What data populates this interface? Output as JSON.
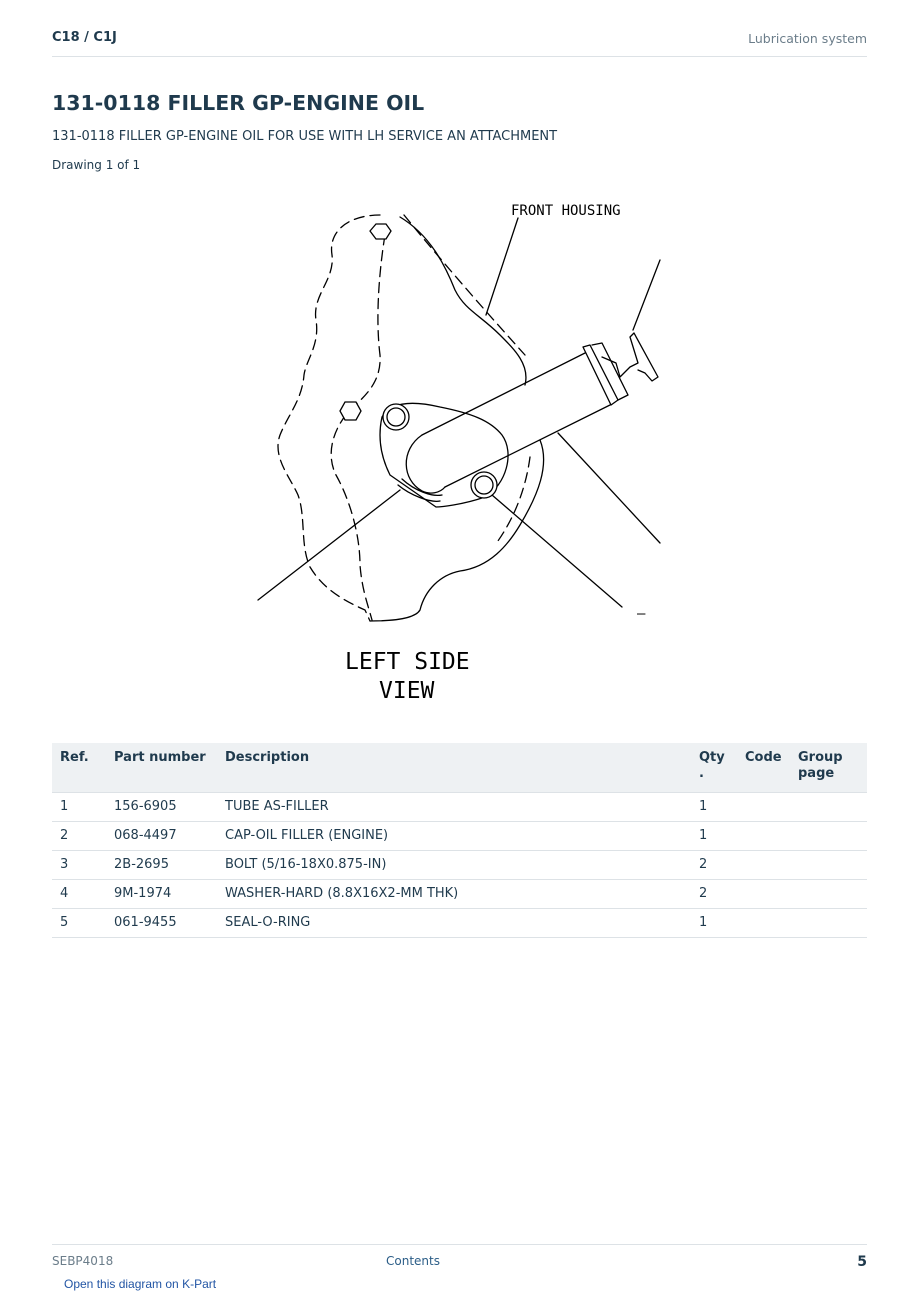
{
  "header": {
    "model": "C18  /  C1J",
    "section": "Lubrication system"
  },
  "title": "131-0118 FILLER GP-ENGINE OIL",
  "subtitle": "131-0118 FILLER GP-ENGINE OIL FOR USE WITH LH SERVICE AN ATTACHMENT",
  "drawing_count": "Drawing 1 of 1",
  "diagram": {
    "label_front_housing": "FRONT HOUSING",
    "label_view_line1": "LEFT SIDE",
    "label_view_line2": "VIEW",
    "label_dash": "–"
  },
  "table": {
    "headers": {
      "ref": "Ref.",
      "part_number": "Part number",
      "description": "Description",
      "qty_line1": "Qty",
      "qty_line2": ".",
      "code": "Code",
      "group_line1": "Group",
      "group_line2": "page"
    },
    "rows": [
      {
        "ref": "1",
        "part_number": "156-6905",
        "description": "TUBE AS-FILLER",
        "qty": "1",
        "code": "",
        "group_page": ""
      },
      {
        "ref": "2",
        "part_number": "068-4497",
        "description": "CAP-OIL FILLER (ENGINE)",
        "qty": "1",
        "code": "",
        "group_page": ""
      },
      {
        "ref": "3",
        "part_number": "2B-2695",
        "description": "BOLT (5/16-18X0.875-IN)",
        "qty": "2",
        "code": "",
        "group_page": ""
      },
      {
        "ref": "4",
        "part_number": "9M-1974",
        "description": "WASHER-HARD (8.8X16X2-MM THK)",
        "qty": "2",
        "code": "",
        "group_page": ""
      },
      {
        "ref": "5",
        "part_number": "061-9455",
        "description": "SEAL-O-RING",
        "qty": "1",
        "code": "",
        "group_page": ""
      }
    ]
  },
  "footer": {
    "doc_id": "SEBP4018",
    "contents_link": "Contents",
    "page_number": "5",
    "kpart_link": "Open this diagram on K-Part"
  }
}
